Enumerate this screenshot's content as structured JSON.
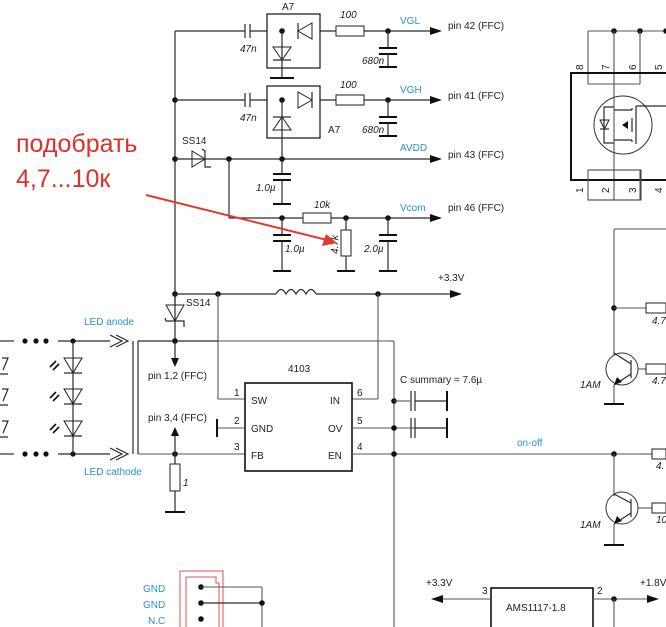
{
  "annotation": {
    "line1": "подобрать",
    "line2": "4,7...10к",
    "color": "#d9332b"
  },
  "top": {
    "diode_module_1": "A7",
    "diode_module_2": "A7",
    "cap_1": "47n",
    "cap_2": "47n",
    "res_1": "100",
    "res_2": "100",
    "cap_out_1": "680n",
    "cap_out_2": "680n",
    "net_vgl": "VGL",
    "net_vgh": "VGH",
    "pin_vgl": "pin 42 (FFC)",
    "pin_vgh": "pin 41 (FFC)"
  },
  "avdd": {
    "diode": "SS14",
    "net": "AVDD",
    "pin": "pin 43 (FFC)",
    "cap": "1.0µ"
  },
  "vcom": {
    "res_series": "10k",
    "net": "Vcom",
    "pin": "pin 46 (FFC)",
    "cap_1": "1.0µ",
    "res_shunt": "4.7k",
    "cap_2": "2.0µ"
  },
  "supply": {
    "net_33": "+3.3V",
    "diode": "SS14"
  },
  "led": {
    "anode": "LED anode",
    "cathode": "LED cathode",
    "pin_anode": "pin 1,2 (FFC)",
    "pin_cathode": "pin 3,4 (FFC)",
    "sense_res": "1"
  },
  "chip": {
    "name": "4103",
    "pins_left": [
      {
        "num": "1",
        "name": "SW"
      },
      {
        "num": "2",
        "name": "GND"
      },
      {
        "num": "3",
        "name": "FB"
      }
    ],
    "pins_right": [
      {
        "num": "6",
        "name": "IN"
      },
      {
        "num": "5",
        "name": "OV"
      },
      {
        "num": "4",
        "name": "EN"
      }
    ],
    "c_summary": "C summary = 7.6µ",
    "on_off": "on-off"
  },
  "mosfet": {
    "pins_top": [
      "8",
      "7",
      "6",
      "5"
    ],
    "pins_bottom": [
      "1",
      "2",
      "3",
      "4"
    ]
  },
  "transistors": {
    "q1": "1AM",
    "q2": "1AM",
    "r1": "4.7",
    "r2": "4.7",
    "r3": "4.",
    "r4": "10"
  },
  "connector": {
    "pins": [
      "GND",
      "GND",
      "N.C"
    ]
  },
  "regulator": {
    "name": "AMS1117-1.8",
    "pin_in": "3",
    "pin_out": "2",
    "net_in": "+3.3V",
    "net_out": "+1.8V"
  }
}
